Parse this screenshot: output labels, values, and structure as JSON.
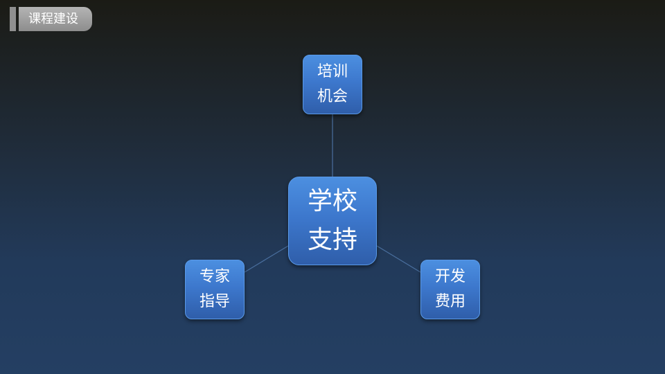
{
  "header": {
    "section_title": "课程建设"
  },
  "diagram": {
    "center": {
      "label": "学校\n支持"
    },
    "top": {
      "label": "培训\n机会"
    },
    "left": {
      "label": "专家\n指导"
    },
    "right": {
      "label": "开发\n费用"
    }
  },
  "colors": {
    "node_fill": "#3d78cd",
    "connector": "#4a6f9e",
    "title_tab": "#a0a0a0"
  }
}
